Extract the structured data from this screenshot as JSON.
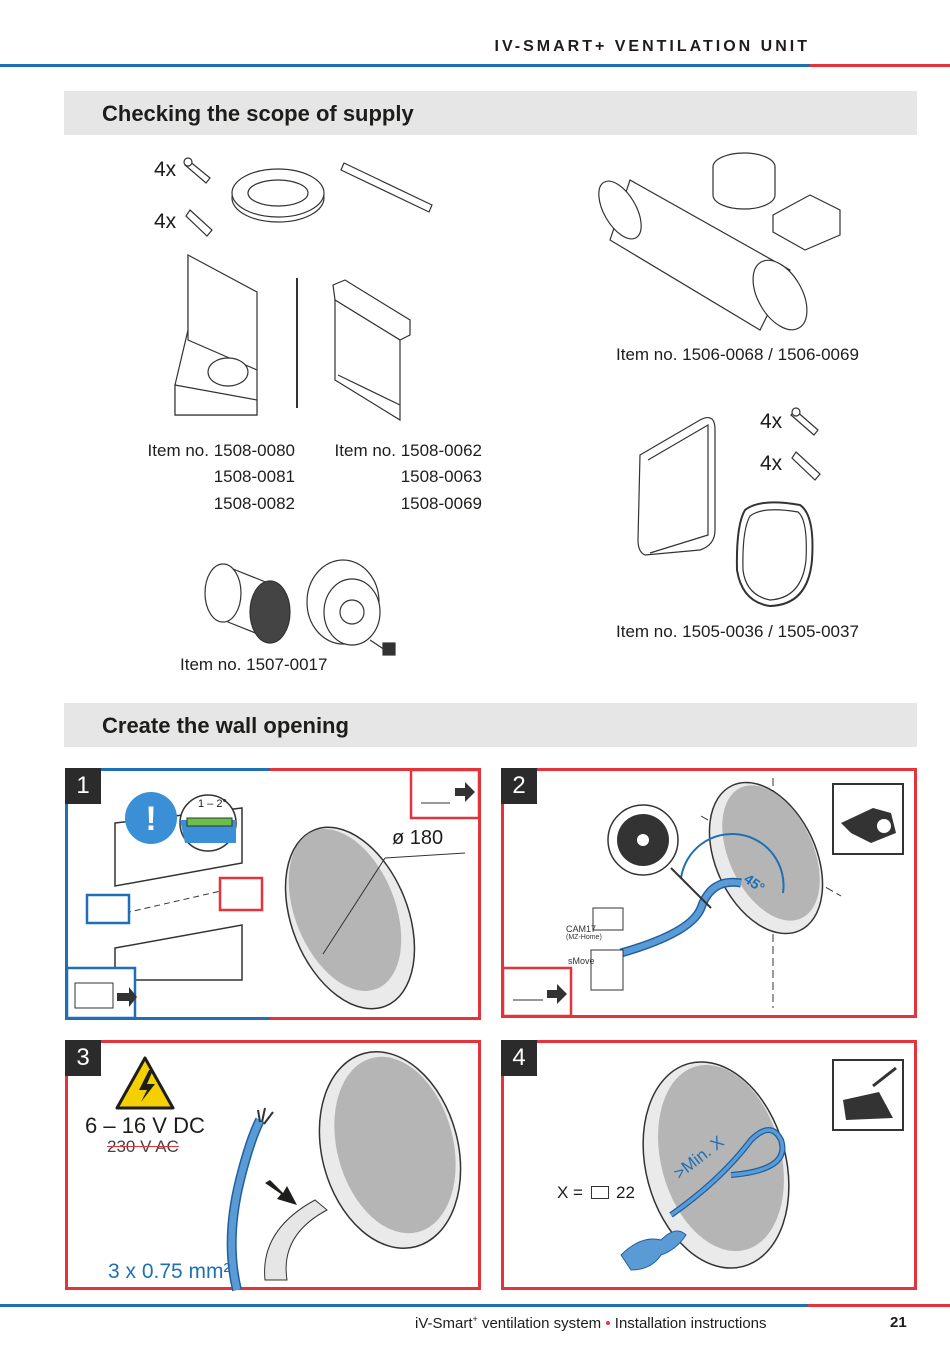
{
  "header": {
    "title": "IV-SMART+ VENTILATION UNIT"
  },
  "sections": {
    "scope": "Checking the scope of supply",
    "opening": "Create the wall opening"
  },
  "scope": {
    "qty_screws": "4x",
    "qty_dowels": "4x",
    "item_a_label": "Item no. 1508-0080",
    "item_a_2": "1508-0081",
    "item_a_3": "1508-0082",
    "item_b_label": "Item no. 1508-0062",
    "item_b_2": "1508-0063",
    "item_b_3": "1508-0069",
    "item_tube": "Item no. 1506-0068 / 1506-0069",
    "qty_screws2": "4x",
    "qty_dowels2": "4x",
    "item_cover": "Item no. 1505-0036 / 1505-0037",
    "item_fan": "Item no. 1507-0017"
  },
  "steps": [
    {
      "num": "1",
      "angle": "1 – 2°",
      "diameter": "ø 180"
    },
    {
      "num": "2",
      "angle": "45°",
      "cam": "CAM17",
      "cam_sub": "(MZ-Home)",
      "smove": "sMove"
    },
    {
      "num": "3",
      "voltage": "6 – 16 V DC",
      "voltage_crossed": "230 V AC",
      "cable": "3 x 0.75 mm²"
    },
    {
      "num": "4",
      "x_ref": "X =",
      "page_ref": "22",
      "min_x": ">Min. X"
    }
  ],
  "footer": {
    "text_pre": "iV-Smart",
    "sup": "+",
    "text_post": " ventilation system",
    "bullet": "•",
    "text_2": "Installation instructions",
    "page": "21"
  },
  "colors": {
    "blue": "#1f6fb4",
    "red": "#e3343c",
    "cable": "#5b9bd5",
    "band": "#e6e6e6"
  }
}
